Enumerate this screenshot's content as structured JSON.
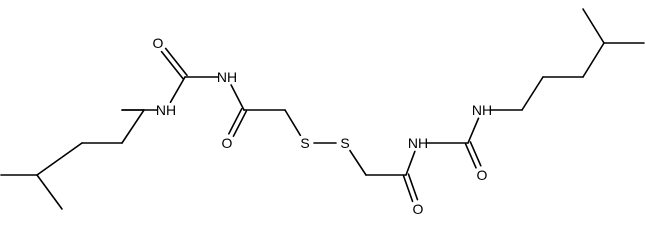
{
  "structure": {
    "bond_color": "#000000",
    "background": "#ffffff",
    "atoms": [
      {
        "label": ""
      },
      {
        "label": ""
      },
      {
        "label": ""
      },
      {
        "label": ""
      },
      {
        "label": ""
      },
      {
        "label": ""
      },
      {
        "label": ""
      },
      {
        "label": "NH"
      },
      {
        "label": ""
      },
      {
        "label": "O"
      },
      {
        "label": "NH"
      },
      {
        "label": ""
      },
      {
        "label": "O"
      },
      {
        "label": ""
      },
      {
        "label": "S"
      },
      {
        "label": "S"
      },
      {
        "label": ""
      },
      {
        "label": ""
      },
      {
        "label": "O"
      },
      {
        "label": "NH"
      },
      {
        "label": ""
      },
      {
        "label": "O"
      },
      {
        "label": "NH"
      },
      {
        "label": ""
      },
      {
        "label": ""
      },
      {
        "label": ""
      },
      {
        "label": ""
      },
      {
        "label": ""
      },
      {
        "label": ""
      }
    ]
  }
}
